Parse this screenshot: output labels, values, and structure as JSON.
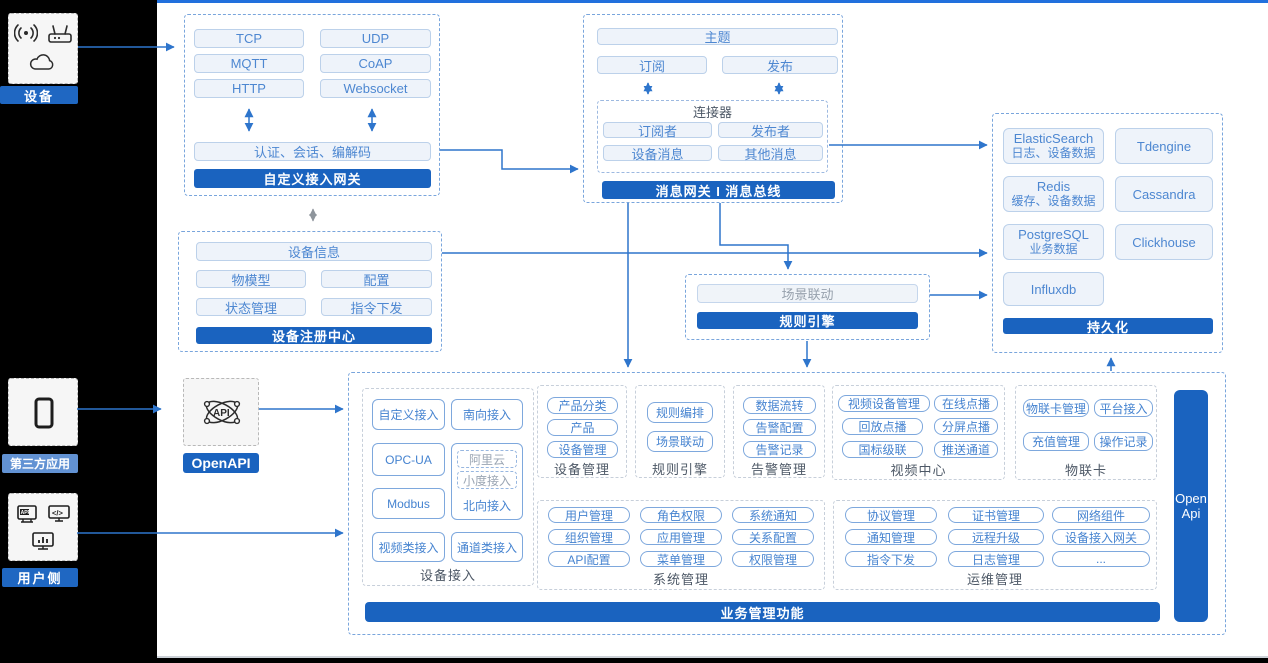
{
  "left_rail": {
    "device": {
      "label": "设备",
      "icons": [
        "antenna-icon",
        "router-icon",
        "cloud-icon"
      ]
    },
    "third_party": {
      "label": "第三方应用",
      "icons": [
        "phone-icon"
      ]
    },
    "user_side": {
      "label": "用户侧",
      "icons": [
        "app-window-icon",
        "code-window-icon",
        "chart-monitor-icon"
      ]
    }
  },
  "custom_gateway": {
    "protocols": [
      "TCP",
      "UDP",
      "MQTT",
      "CoAP",
      "HTTP",
      "Websocket"
    ],
    "auth_bar": "认证、会话、编解码",
    "title": "自定义接入网关"
  },
  "message_gateway": {
    "topic": "主题",
    "subscribe": "订阅",
    "publish": "发布",
    "connector": {
      "title": "连接器",
      "items": [
        "订阅者",
        "发布者",
        "设备消息",
        "其他消息"
      ]
    },
    "title": "消息网关 I 消息总线"
  },
  "registry": {
    "rows": [
      "设备信息",
      "物模型",
      "配置",
      "状态管理",
      "指令下发"
    ],
    "title": "设备注册中心"
  },
  "rule_engine": {
    "scene": "场景联动",
    "title": "规则引擎"
  },
  "persistence": {
    "stores": [
      {
        "name": "ElasticSearch",
        "desc": "日志、设备数据"
      },
      {
        "name": "Tdengine",
        "desc": ""
      },
      {
        "name": "Redis",
        "desc": "缓存、设备数据"
      },
      {
        "name": "Cassandra",
        "desc": ""
      },
      {
        "name": "PostgreSQL",
        "desc": "业务数据"
      },
      {
        "name": "Clickhouse",
        "desc": ""
      },
      {
        "name": "Influxdb",
        "desc": ""
      }
    ],
    "title": "持久化"
  },
  "openapi": {
    "label": "OpenAPI",
    "icon": "api-network-icon"
  },
  "business": {
    "title": "业务管理功能",
    "openapi_bar": [
      "Open",
      "Api"
    ],
    "device_access": {
      "label": "设备接入",
      "items": [
        "自定义接入",
        "南向接入",
        "OPC-UA",
        "Modbus",
        "视频类接入",
        "通道类接入"
      ],
      "north": {
        "label": "北向接入",
        "sub": [
          "阿里云",
          "小度接入"
        ]
      }
    },
    "device_mgmt": {
      "label": "设备管理",
      "items": [
        "产品分类",
        "产品",
        "设备管理"
      ]
    },
    "rule_engine": {
      "label": "规则引擎",
      "items": [
        "规则编排",
        "场景联动"
      ]
    },
    "alarm": {
      "label": "告警管理",
      "items": [
        "数据流转",
        "告警配置",
        "告警记录"
      ]
    },
    "video": {
      "label": "视频中心",
      "items": [
        "视频设备管理",
        "在线点播",
        "回放点播",
        "分屏点播",
        "国标级联",
        "推送通道"
      ]
    },
    "iot_card": {
      "label": "物联卡",
      "items": [
        "物联卡管理",
        "平台接入",
        "充值管理",
        "操作记录"
      ]
    },
    "system": {
      "label": "系统管理",
      "items": [
        "用户管理",
        "角色权限",
        "系统通知",
        "组织管理",
        "应用管理",
        "关系配置",
        "API配置",
        "菜单管理",
        "权限管理"
      ]
    },
    "ops": {
      "label": "运维管理",
      "items": [
        "协议管理",
        "证书管理",
        "网络组件",
        "通知管理",
        "远程升级",
        "设备接入网关",
        "指令下发",
        "日志管理",
        "..."
      ]
    }
  },
  "colors": {
    "accent_blue": "#1a63bf",
    "top_line": "#2170dd",
    "light_box_fill": "#eef3fa",
    "light_box_border": "#bcd1ea",
    "arrow_blue": "#2e75cc",
    "label_light_blue": "#6292d3",
    "item_border": "#7ea8dd",
    "item_text": "#4583d0"
  }
}
